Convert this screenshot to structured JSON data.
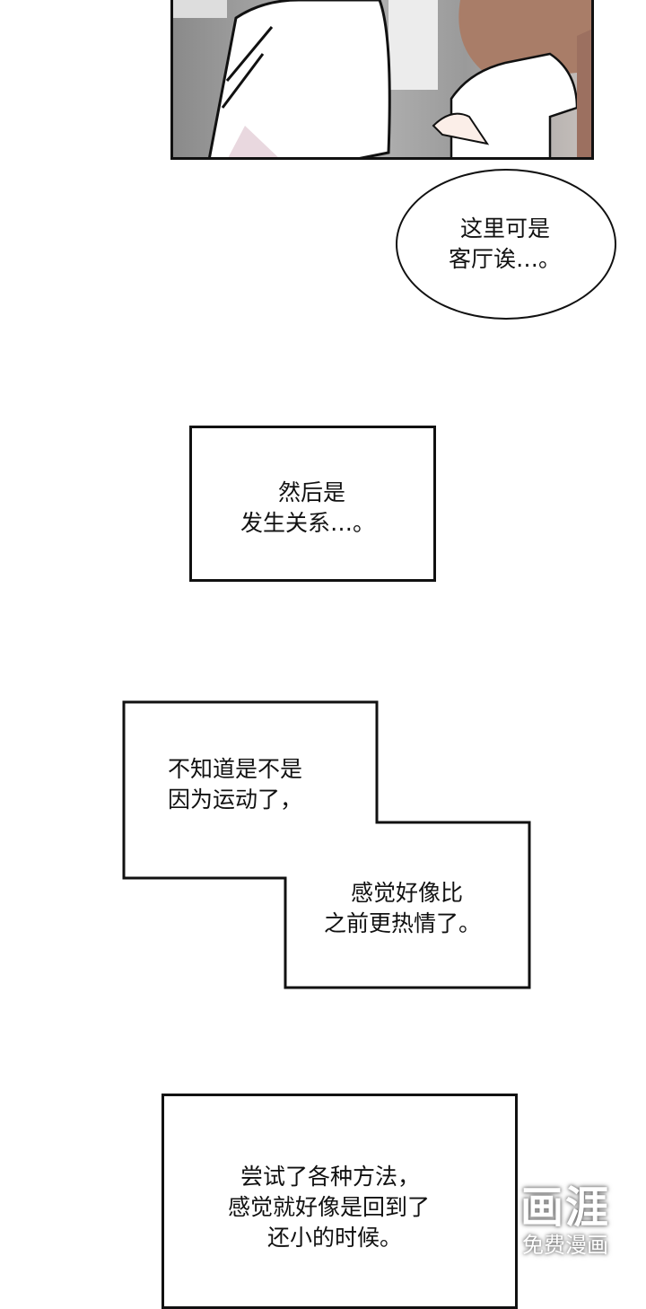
{
  "panels": {
    "speech_bubble": {
      "lines": [
        "这里可是",
        "客厅诶…。"
      ]
    },
    "box1": {
      "lines": [
        "然后是",
        "发生关系…。"
      ]
    },
    "box2": {
      "part1": [
        "不知道是不是",
        "因为运动了，"
      ],
      "part2": [
        "感觉好像比",
        "之前更热情了。"
      ]
    },
    "box3": {
      "lines": [
        "尝试了各种方法，",
        "感觉就好像是回到了",
        "还小的时候。"
      ]
    }
  },
  "watermark": {
    "logo": "画涯",
    "tagline": "免费漫画"
  }
}
